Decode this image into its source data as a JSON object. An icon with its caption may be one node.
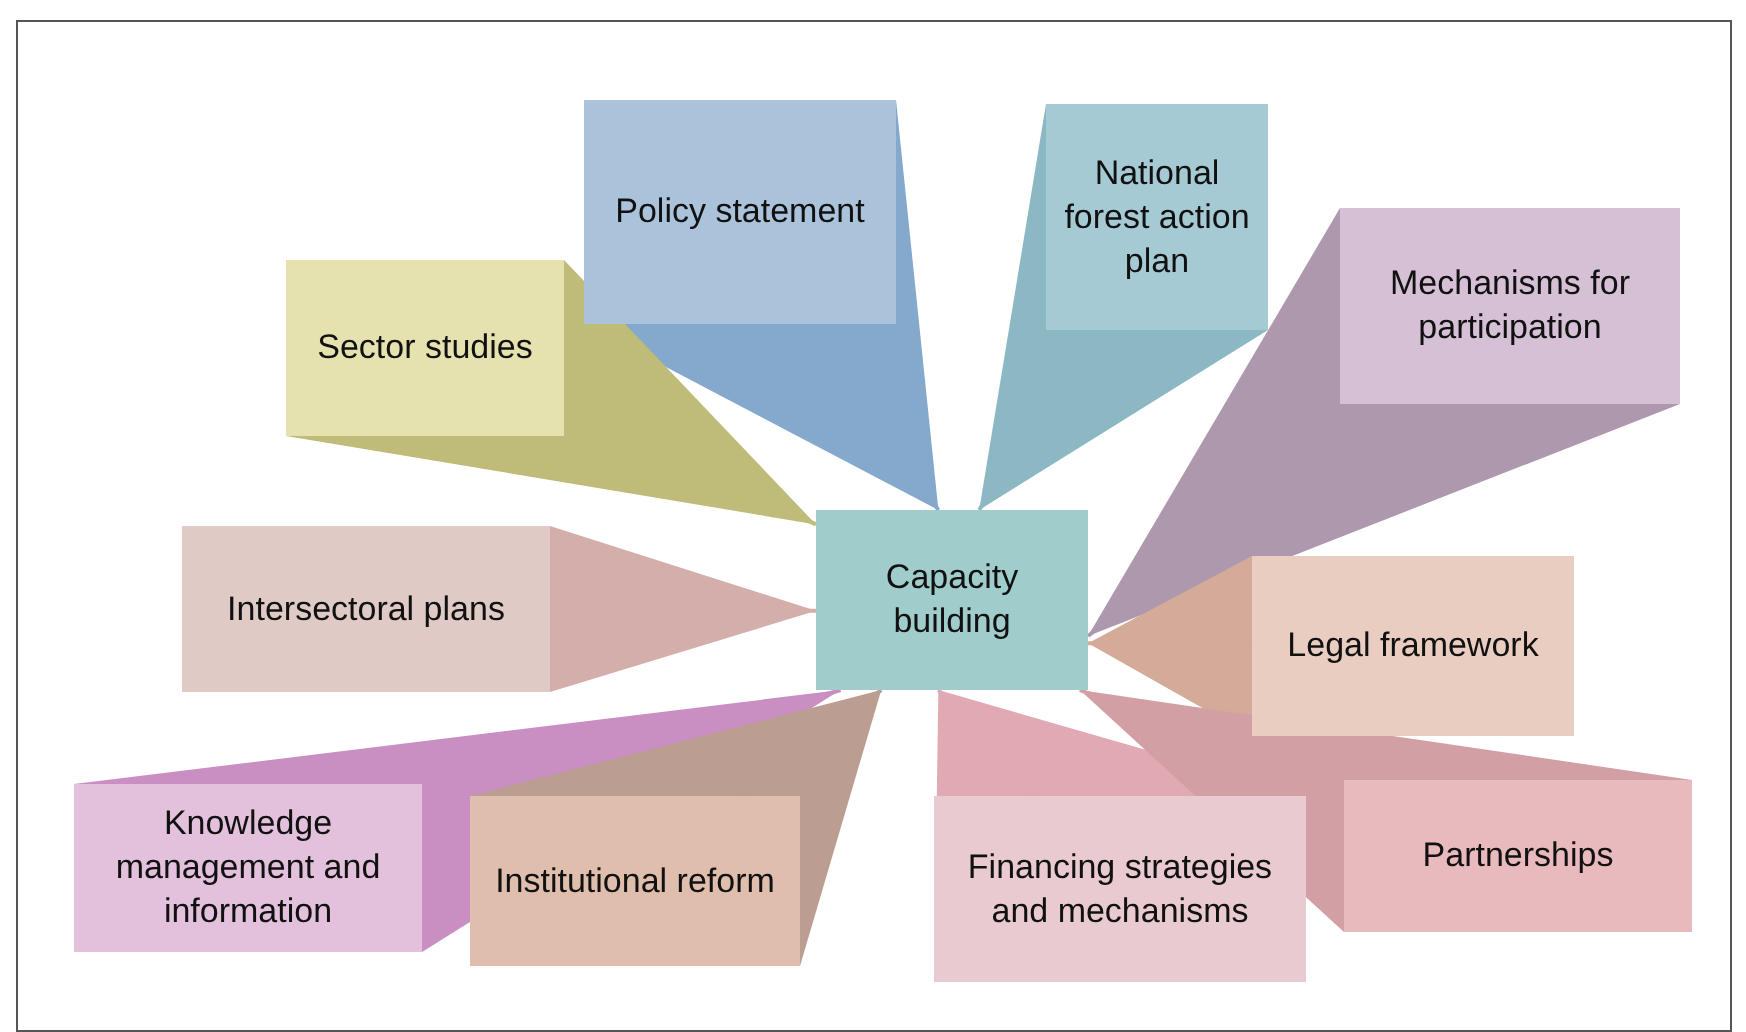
{
  "diagram": {
    "nodes": [
      {
        "text": [
          "Policy statement"
        ]
      },
      {
        "text": [
          "National forest action plan"
        ]
      },
      {
        "text": [
          "Sector studies"
        ]
      },
      {
        "text": [
          "Mechanisms for participation"
        ]
      },
      {
        "text": [
          "Intersectoral plans"
        ]
      },
      {
        "text": [
          "Capacity building"
        ]
      },
      {
        "text": [
          "Legal framework"
        ]
      },
      {
        "text": [
          "Knowledge management and information"
        ]
      },
      {
        "text": [
          "Institutional reform"
        ]
      },
      {
        "text": [
          "Financing strategies and mechanisms"
        ]
      },
      {
        "text": [
          "Partnerships"
        ]
      }
    ],
    "edges": [
      {
        "from": 0,
        "to": 5,
        "arrow": "none",
        "color": "#85a9cc"
      },
      {
        "from": 1,
        "to": 5,
        "arrow": "none",
        "color": "#8cb8c4"
      },
      {
        "from": 2,
        "to": 5,
        "arrow": "none",
        "color": "#bfbb78"
      },
      {
        "from": 3,
        "to": 5,
        "arrow": "none",
        "color": "#ae98ad"
      },
      {
        "from": 4,
        "to": 5,
        "arrow": "none",
        "color": "#d4aeab"
      },
      {
        "from": 6,
        "to": 5,
        "arrow": "none",
        "color": "#d4aa98"
      },
      {
        "from": 7,
        "to": 5,
        "arrow": "none",
        "color": "#c98fc2"
      },
      {
        "from": 8,
        "to": 5,
        "arrow": "none",
        "color": "#bb9d92"
      },
      {
        "from": 9,
        "to": 5,
        "arrow": "none",
        "color": "#e0a9b3"
      },
      {
        "from": 10,
        "to": 5,
        "arrow": "none",
        "color": "#d19fa4"
      }
    ]
  }
}
